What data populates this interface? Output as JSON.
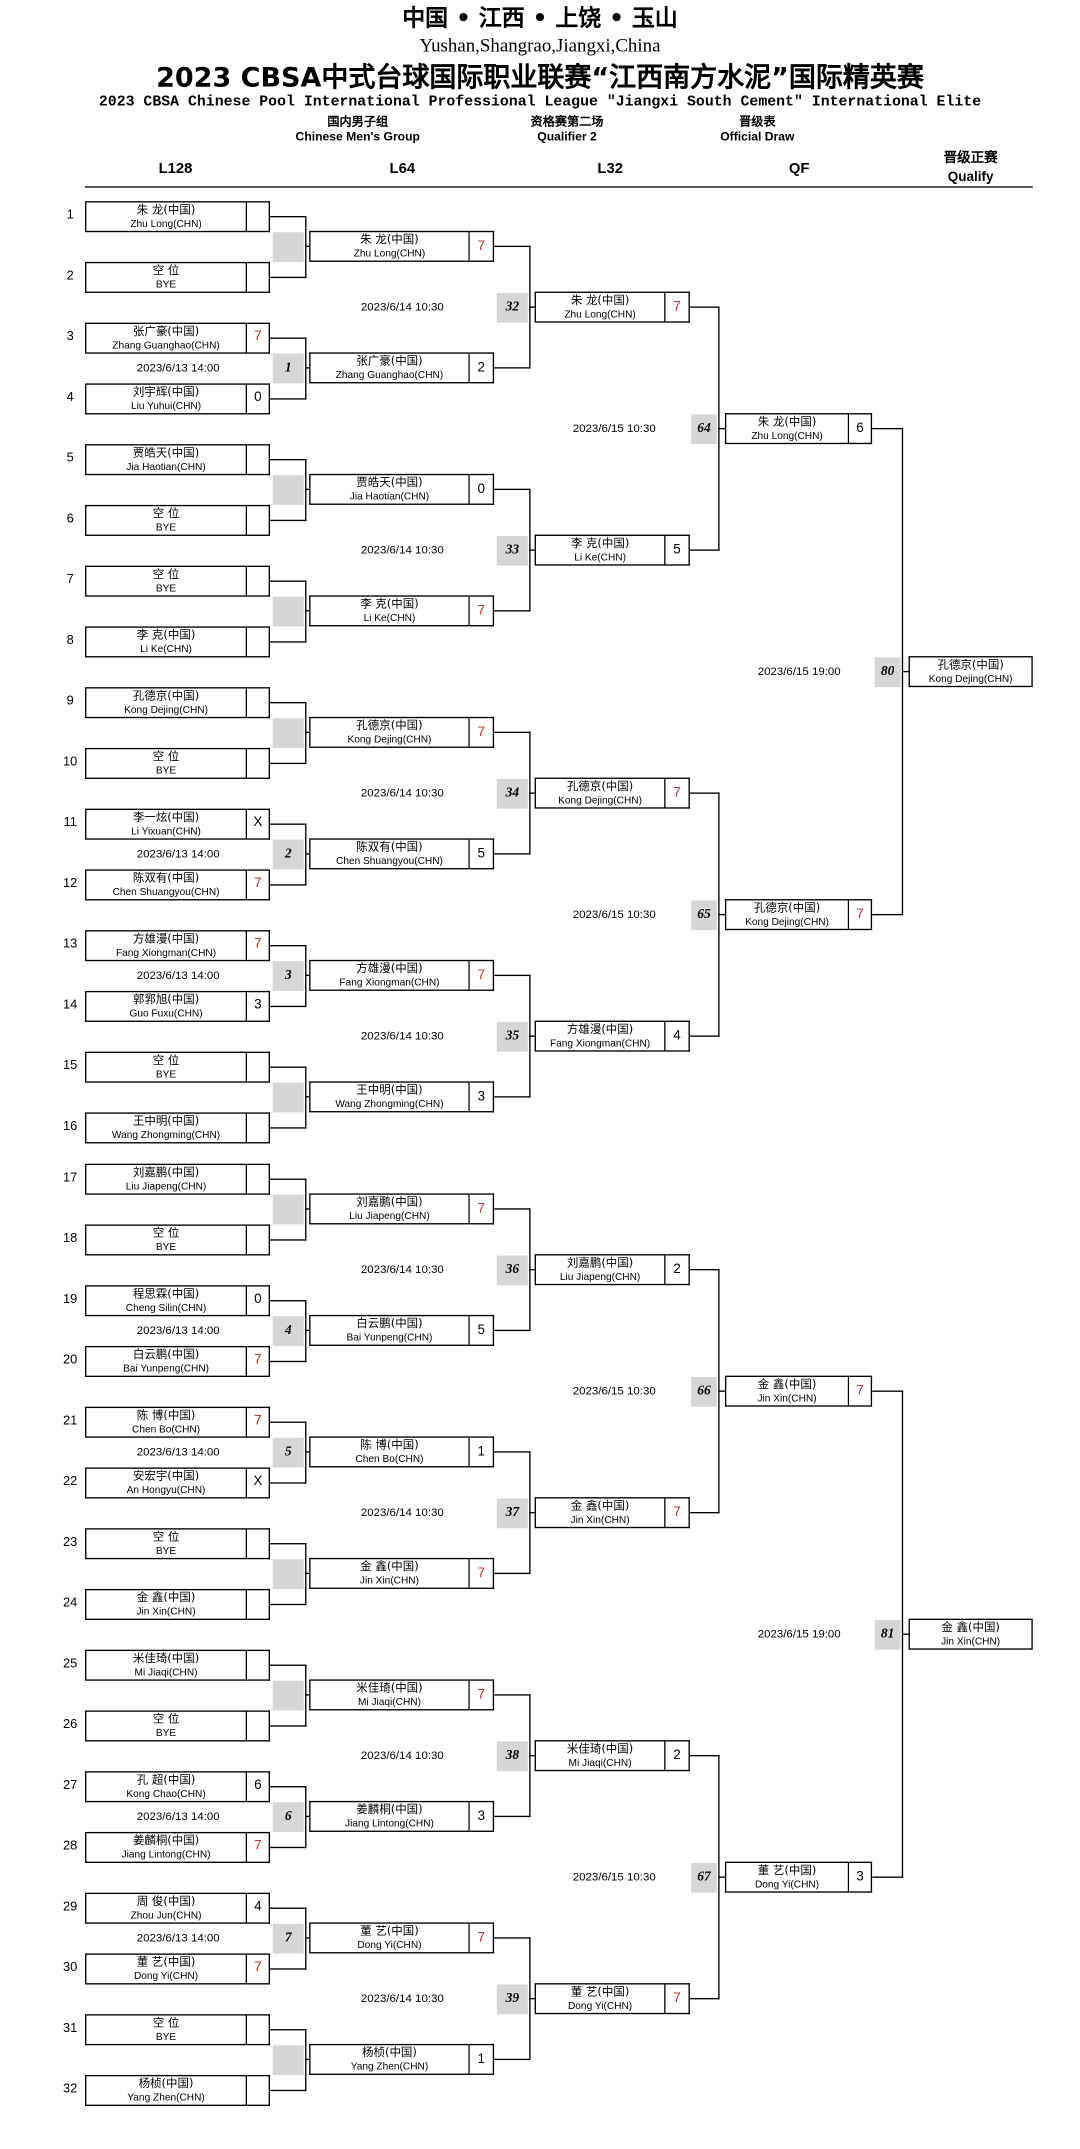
{
  "header": {
    "location_cn": "中国 • 江西 • 上饶 • 玉山",
    "location_en": "Yushan,Shangrao,Jiangxi,China",
    "title_cn": "2023 CBSA中式台球国际职业联赛“江西南方水泥”国际精英赛",
    "title_en": "2023 CBSA Chinese Pool International Professional League \"Jiangxi South Cement\" International Elite",
    "group": {
      "cn": "国内男子组",
      "en": "Chinese Men's Group"
    },
    "stage": {
      "cn": "资格赛第二场",
      "en": "Qualifier 2"
    },
    "draw": {
      "cn": "晋级表",
      "en": "Official Draw"
    }
  },
  "columns": {
    "l128": "L128",
    "l64": "L64",
    "l32": "L32",
    "qf": "QF",
    "qualify_cn": "晋级正赛",
    "qualify_en": "Qualify"
  },
  "colors": {
    "win_score": "#c0302b",
    "match_box": "#d6d6d6",
    "line": "#000000"
  },
  "rounds": {
    "l128": {
      "players": [
        {
          "row": "1",
          "cn": "朱 龙(中国)",
          "en": "Zhu Long(CHN)"
        },
        {
          "row": "2",
          "cn": "空 位",
          "en": "BYE"
        },
        {
          "row": "3",
          "cn": "张广豪(中国)",
          "en": "Zhang Guanghao(CHN)",
          "score": "7",
          "win": true
        },
        {
          "row": "4",
          "cn": "刘宇辉(中国)",
          "en": "Liu Yuhui(CHN)",
          "score": "0"
        },
        {
          "row": "5",
          "cn": "贾皓天(中国)",
          "en": "Jia Haotian(CHN)"
        },
        {
          "row": "6",
          "cn": "空 位",
          "en": "BYE"
        },
        {
          "row": "7",
          "cn": "空 位",
          "en": "BYE"
        },
        {
          "row": "8",
          "cn": "李 克(中国)",
          "en": "Li Ke(CHN)"
        },
        {
          "row": "9",
          "cn": "孔德京(中国)",
          "en": "Kong Dejing(CHN)"
        },
        {
          "row": "10",
          "cn": "空 位",
          "en": "BYE"
        },
        {
          "row": "11",
          "cn": "李一炫(中国)",
          "en": "Li Yixuan(CHN)",
          "score": "X"
        },
        {
          "row": "12",
          "cn": "陈双有(中国)",
          "en": "Chen Shuangyou(CHN)",
          "score": "7",
          "win": true
        },
        {
          "row": "13",
          "cn": "方雄漫(中国)",
          "en": "Fang Xiongman(CHN)",
          "score": "7",
          "win": true
        },
        {
          "row": "14",
          "cn": "郭郛旭(中国)",
          "en": "Guo Fuxu(CHN)",
          "score": "3"
        },
        {
          "row": "15",
          "cn": "空 位",
          "en": "BYE"
        },
        {
          "row": "16",
          "cn": "王中明(中国)",
          "en": "Wang Zhongming(CHN)"
        },
        {
          "row": "17",
          "cn": "刘嘉鹏(中国)",
          "en": "Liu Jiapeng(CHN)"
        },
        {
          "row": "18",
          "cn": "空 位",
          "en": "BYE"
        },
        {
          "row": "19",
          "cn": "程思霖(中国)",
          "en": "Cheng Silin(CHN)",
          "score": "0"
        },
        {
          "row": "20",
          "cn": "白云鹏(中国)",
          "en": "Bai Yunpeng(CHN)",
          "score": "7",
          "win": true
        },
        {
          "row": "21",
          "cn": "陈 博(中国)",
          "en": "Chen Bo(CHN)",
          "score": "7",
          "win": true
        },
        {
          "row": "22",
          "cn": "安宏宇(中国)",
          "en": "An Hongyu(CHN)",
          "score": "X"
        },
        {
          "row": "23",
          "cn": "空 位",
          "en": "BYE"
        },
        {
          "row": "24",
          "cn": "金 鑫(中国)",
          "en": "Jin Xin(CHN)"
        },
        {
          "row": "25",
          "cn": "米佳琦(中国)",
          "en": "Mi Jiaqi(CHN)"
        },
        {
          "row": "26",
          "cn": "空 位",
          "en": "BYE"
        },
        {
          "row": "27",
          "cn": "孔 超(中国)",
          "en": "Kong Chao(CHN)",
          "score": "6"
        },
        {
          "row": "28",
          "cn": "姜麟桐(中国)",
          "en": "Jiang Lintong(CHN)",
          "score": "7",
          "win": true
        },
        {
          "row": "29",
          "cn": "周 俊(中国)",
          "en": "Zhou Jun(CHN)",
          "score": "4"
        },
        {
          "row": "30",
          "cn": "董 艺(中国)",
          "en": "Dong Yi(CHN)",
          "score": "7",
          "win": true
        },
        {
          "row": "31",
          "cn": "空 位",
          "en": "BYE"
        },
        {
          "row": "32",
          "cn": "杨桢(中国)",
          "en": "Yang Zhen(CHN)"
        }
      ],
      "matches": [
        {},
        {
          "no": "1",
          "date": "2023/6/13 14:00"
        },
        {},
        {},
        {},
        {
          "no": "2",
          "date": "2023/6/13 14:00"
        },
        {
          "no": "3",
          "date": "2023/6/13 14:00"
        },
        {},
        {},
        {
          "no": "4",
          "date": "2023/6/13 14:00"
        },
        {
          "no": "5",
          "date": "2023/6/13 14:00"
        },
        {},
        {},
        {
          "no": "6",
          "date": "2023/6/13 14:00"
        },
        {
          "no": "7",
          "date": "2023/6/13 14:00"
        },
        {}
      ]
    },
    "l64": {
      "players": [
        {
          "cn": "朱 龙(中国)",
          "en": "Zhu Long(CHN)",
          "score": "7",
          "win": true
        },
        {
          "cn": "张广豪(中国)",
          "en": "Zhang Guanghao(CHN)",
          "score": "2"
        },
        {
          "cn": "贾皓天(中国)",
          "en": "Jia Haotian(CHN)",
          "score": "0"
        },
        {
          "cn": "李 克(中国)",
          "en": "Li Ke(CHN)",
          "score": "7",
          "win": true
        },
        {
          "cn": "孔德京(中国)",
          "en": "Kong Dejing(CHN)",
          "score": "7",
          "win": true
        },
        {
          "cn": "陈双有(中国)",
          "en": "Chen Shuangyou(CHN)",
          "score": "5"
        },
        {
          "cn": "方雄漫(中国)",
          "en": "Fang Xiongman(CHN)",
          "score": "7",
          "win": true
        },
        {
          "cn": "王中明(中国)",
          "en": "Wang Zhongming(CHN)",
          "score": "3"
        },
        {
          "cn": "刘嘉鹏(中国)",
          "en": "Liu Jiapeng(CHN)",
          "score": "7",
          "win": true
        },
        {
          "cn": "白云鹏(中国)",
          "en": "Bai Yunpeng(CHN)",
          "score": "5"
        },
        {
          "cn": "陈 博(中国)",
          "en": "Chen Bo(CHN)",
          "score": "1"
        },
        {
          "cn": "金 鑫(中国)",
          "en": "Jin Xin(CHN)",
          "score": "7",
          "win": true
        },
        {
          "cn": "米佳琦(中国)",
          "en": "Mi Jiaqi(CHN)",
          "score": "7",
          "win": true
        },
        {
          "cn": "姜麟桐(中国)",
          "en": "Jiang Lintong(CHN)",
          "score": "3"
        },
        {
          "cn": "董 艺(中国)",
          "en": "Dong Yi(CHN)",
          "score": "7",
          "win": true
        },
        {
          "cn": "杨桢(中国)",
          "en": "Yang Zhen(CHN)",
          "score": "1"
        }
      ],
      "matches": [
        {
          "no": "32",
          "date": "2023/6/14 10:30"
        },
        {
          "no": "33",
          "date": "2023/6/14 10:30"
        },
        {
          "no": "34",
          "date": "2023/6/14 10:30"
        },
        {
          "no": "35",
          "date": "2023/6/14 10:30"
        },
        {
          "no": "36",
          "date": "2023/6/14 10:30"
        },
        {
          "no": "37",
          "date": "2023/6/14 10:30"
        },
        {
          "no": "38",
          "date": "2023/6/14 10:30"
        },
        {
          "no": "39",
          "date": "2023/6/14 10:30"
        }
      ]
    },
    "l32": {
      "players": [
        {
          "cn": "朱 龙(中国)",
          "en": "Zhu Long(CHN)",
          "score": "7",
          "win": true
        },
        {
          "cn": "李 克(中国)",
          "en": "Li Ke(CHN)",
          "score": "5"
        },
        {
          "cn": "孔德京(中国)",
          "en": "Kong Dejing(CHN)",
          "score": "7",
          "win": true
        },
        {
          "cn": "方雄漫(中国)",
          "en": "Fang Xiongman(CHN)",
          "score": "4"
        },
        {
          "cn": "刘嘉鹏(中国)",
          "en": "Liu Jiapeng(CHN)",
          "score": "2"
        },
        {
          "cn": "金 鑫(中国)",
          "en": "Jin Xin(CHN)",
          "score": "7",
          "win": true
        },
        {
          "cn": "米佳琦(中国)",
          "en": "Mi Jiaqi(CHN)",
          "score": "2"
        },
        {
          "cn": "董 艺(中国)",
          "en": "Dong Yi(CHN)",
          "score": "7",
          "win": true
        }
      ],
      "matches": [
        {
          "no": "64",
          "date": "2023/6/15 10:30"
        },
        {
          "no": "65",
          "date": "2023/6/15 10:30"
        },
        {
          "no": "66",
          "date": "2023/6/15 10:30"
        },
        {
          "no": "67",
          "date": "2023/6/15 10:30"
        }
      ]
    },
    "qf": {
      "players": [
        {
          "cn": "朱 龙(中国)",
          "en": "Zhu Long(CHN)",
          "score": "6"
        },
        {
          "cn": "孔德京(中国)",
          "en": "Kong Dejing(CHN)",
          "score": "7",
          "win": true
        },
        {
          "cn": "金 鑫(中国)",
          "en": "Jin Xin(CHN)",
          "score": "7",
          "win": true
        },
        {
          "cn": "董 艺(中国)",
          "en": "Dong Yi(CHN)",
          "score": "3"
        }
      ],
      "matches": [
        {
          "no": "80",
          "date": "2023/6/15 19:00"
        },
        {
          "no": "81",
          "date": "2023/6/15 19:00"
        }
      ]
    },
    "qualify": {
      "players": [
        {
          "cn": "孔德京(中国)",
          "en": "Kong Dejing(CHN)"
        },
        {
          "cn": "金 鑫(中国)",
          "en": "Jin Xin(CHN)"
        }
      ]
    }
  }
}
